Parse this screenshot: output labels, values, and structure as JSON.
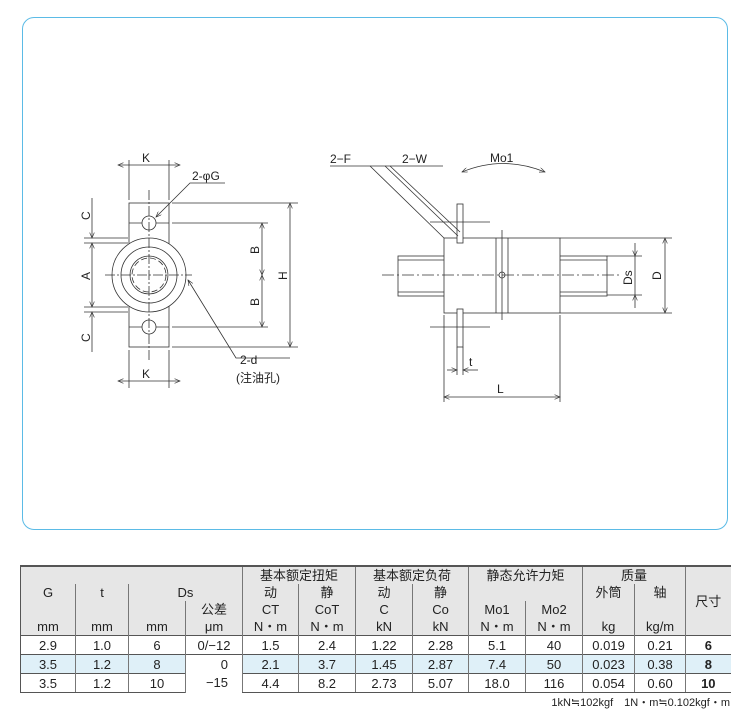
{
  "drawing": {
    "labels": {
      "K_top": "K",
      "K_bottom": "K",
      "phiG": "2-φG",
      "C_top": "C",
      "A": "A",
      "C_bottom": "C",
      "B_top": "B",
      "B_bottom": "B",
      "H": "H",
      "d": "2-d",
      "oil_hole": "(注油孔)",
      "F": "2−F",
      "W": "2−W",
      "Mo1": "Mo1",
      "Ds": "Ds",
      "D": "D",
      "t": "t",
      "L": "L"
    }
  },
  "table": {
    "groups": {
      "torque": "基本额定扭矩",
      "load": "基本额定负荷",
      "moment": "静态允许力矩",
      "mass": "质量",
      "size": "尺寸"
    },
    "headers": {
      "G": "G",
      "t": "t",
      "Ds": "Ds",
      "tol": "公差",
      "dyn1": "动",
      "sta1": "静",
      "dyn2": "动",
      "sta2": "静",
      "outer": "外筒",
      "shaft": "轴",
      "Ct": "CT",
      "Cot": "CoT",
      "C": "C",
      "Co": "Co",
      "Mo1": "Mo1",
      "Mo2": "Mo2"
    },
    "units": [
      "mm",
      "mm",
      "mm",
      "μm",
      "N・m",
      "N・m",
      "kN",
      "kN",
      "N・m",
      "N・m",
      "kg",
      "kg/m"
    ],
    "rows": [
      {
        "G": "2.9",
        "t": "1.0",
        "Ds": "6",
        "tol": "0/−12",
        "Ct": "1.5",
        "Cot": "2.4",
        "C": "1.22",
        "Co": "2.28",
        "Mo1": "5.1",
        "Mo2": "40",
        "kg": "0.019",
        "kgm": "0.21",
        "size": "6"
      },
      {
        "G": "3.5",
        "t": "1.2",
        "Ds": "8",
        "tol": "0",
        "Ct": "2.1",
        "Cot": "3.7",
        "C": "1.45",
        "Co": "2.87",
        "Mo1": "7.4",
        "Mo2": "50",
        "kg": "0.023",
        "kgm": "0.38",
        "size": "8"
      },
      {
        "G": "3.5",
        "t": "1.2",
        "Ds": "10",
        "tol": "−15",
        "Ct": "4.4",
        "Cot": "8.2",
        "C": "2.73",
        "Co": "5.07",
        "Mo1": "18.0",
        "Mo2": "116",
        "kg": "0.054",
        "kgm": "0.60",
        "size": "10"
      }
    ],
    "note": "1kN≒102kgf　1N・m≒0.102kgf・m"
  },
  "colors": {
    "frame": "#5bbbe6",
    "highlight_row": "#dff0f8",
    "header_bg": "#e6e6e6"
  }
}
